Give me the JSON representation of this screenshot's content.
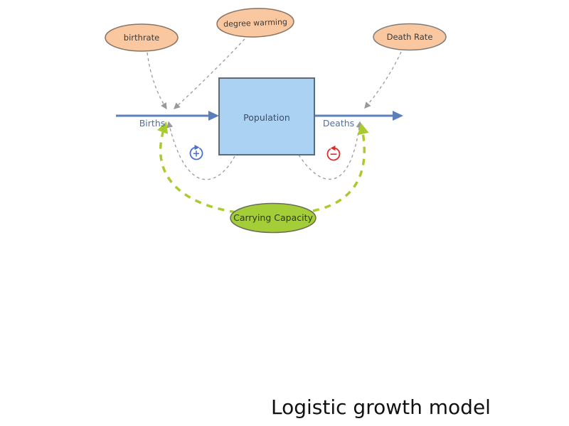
{
  "title": "Logistic growth model",
  "diagram": {
    "stock": {
      "label": "Population"
    },
    "flows": {
      "inflow_label": "Births",
      "outflow_label": "Deaths"
    },
    "converters": {
      "birthrate": {
        "label": "birthrate"
      },
      "degree_warming": {
        "label": "degree warming"
      },
      "death_rate": {
        "label": "Death Rate"
      },
      "carrying_capacity": {
        "label": "Carrying Capacity"
      }
    },
    "loops": {
      "reinforcing_symbol": "+",
      "balancing_symbol": "−"
    }
  },
  "colors": {
    "flow-blue": "#5b7fbc",
    "label-blue": "#4f6fa8",
    "stock-fill": "#abd2f2",
    "stock-border": "#5a6b7d",
    "stock-text": "#3d4d6b",
    "converter-fill": "#f9c8a0",
    "converter-border": "#8a7361",
    "deathrate-border": "#7d7d7d",
    "node-text": "#3a3a3a",
    "capacity-fill": "#a3ce38",
    "capacity-border": "#6b6b5a",
    "capacity-text": "#2a3a10",
    "capacity-green": "#aacb2f",
    "link-gray": "#999999",
    "plus-blue": "#4a6fd0",
    "minus-red": "#dd2b2b",
    "title-color": "#111111"
  }
}
